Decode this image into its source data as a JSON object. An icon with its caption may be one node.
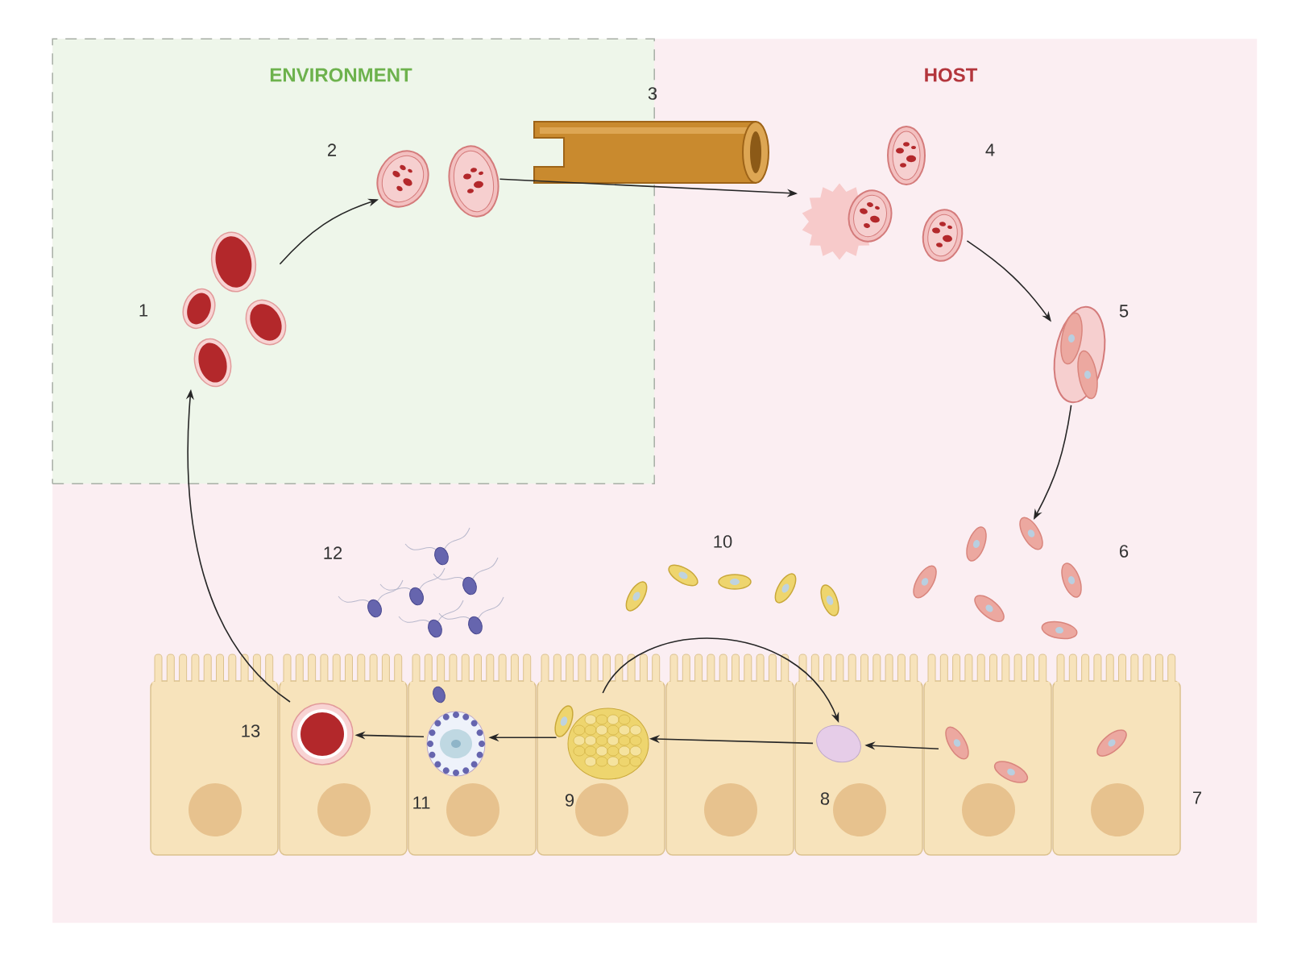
{
  "diagram": {
    "nodes": [
      {
        "text": [
          "HOST"
        ]
      },
      {
        "text": [
          "ENVIRONMENT"
        ],
        "in": 0
      },
      {
        "text": [],
        "shape": "picture",
        "beside": [
          "1"
        ],
        "in": 1
      },
      {
        "text": [],
        "shape": "picture",
        "beside": [
          "2"
        ],
        "in": 1
      },
      {
        "text": [],
        "shape": "cylinder",
        "beside": [
          "3"
        ],
        "in": 0
      },
      {
        "text": [],
        "shape": "picture",
        "beside": [
          "4"
        ],
        "in": 0
      },
      {
        "text": [],
        "shape": "picture",
        "beside": [
          "5"
        ],
        "in": 0
      },
      {
        "text": [],
        "shape": "picture",
        "beside": [
          "6"
        ],
        "in": 0
      },
      {
        "text": [],
        "shape": "picture",
        "beside": [
          "7"
        ],
        "in": 0
      },
      {
        "text": [],
        "shape": "circle",
        "beside": [
          "8"
        ],
        "in": 0
      },
      {
        "text": [],
        "shape": "picture",
        "beside": [
          "9"
        ],
        "in": 0
      },
      {
        "text": [],
        "shape": "picture",
        "beside": [
          "10"
        ],
        "in": 0
      },
      {
        "text": [],
        "shape": "picture",
        "beside": [
          "11"
        ],
        "in": 0
      },
      {
        "text": [],
        "shape": "picture",
        "beside": [
          "12"
        ],
        "in": 0
      },
      {
        "text": [],
        "shape": "picture",
        "beside": [
          "13"
        ],
        "in": 0
      }
    ],
    "edges": [
      {
        "from": 2,
        "to": 3,
        "arrow": "to"
      },
      {
        "from": 3,
        "to": 5,
        "arrow": "to"
      },
      {
        "from": 5,
        "to": 6,
        "arrow": "to"
      },
      {
        "from": 6,
        "to": 7,
        "arrow": "to"
      },
      {
        "from": 8,
        "to": 9,
        "arrow": "to"
      },
      {
        "from": 9,
        "to": 10,
        "arrow": "to"
      },
      {
        "from": 10,
        "to": 9,
        "arrow": "to"
      },
      {
        "from": 10,
        "to": 12,
        "arrow": "to"
      },
      {
        "from": 12,
        "to": 14,
        "arrow": "to"
      },
      {
        "from": 14,
        "to": 2,
        "arrow": "to"
      }
    ]
  }
}
